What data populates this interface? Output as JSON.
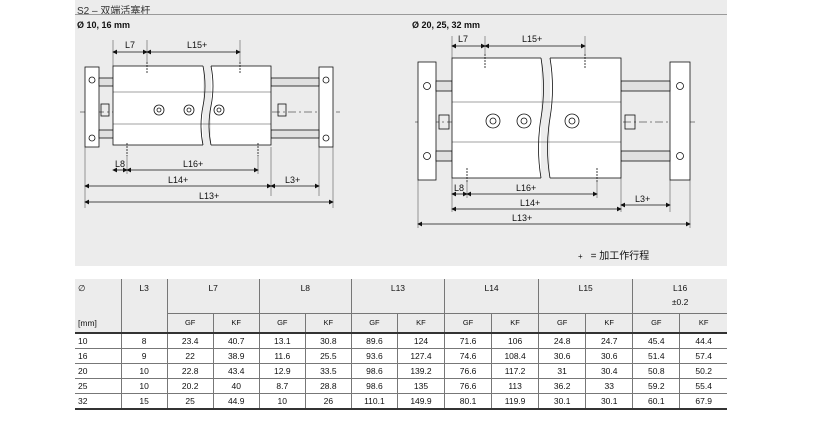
{
  "header": {
    "title": "S2 – 双端活塞杆",
    "left_size_label": "Ø 10, 16 mm",
    "right_size_label": "Ø 20, 25, 32 mm"
  },
  "drawing_labels": {
    "left": {
      "l7": "L7",
      "l15": "L15+",
      "l8": "L8",
      "l16": "L16+",
      "l14": "L14+",
      "l3": "L3+",
      "l13": "L13+"
    },
    "right": {
      "l7": "L7",
      "l15": "L15+",
      "l8": "L8",
      "l16": "L16+",
      "l14": "L14+",
      "l3": "L3+",
      "l13": "L13+"
    }
  },
  "legend": {
    "symbol": "+",
    "text": "= 加工作行程"
  },
  "table": {
    "dia_symbol": "∅",
    "unit": "[mm]",
    "groups": [
      "L3",
      "L7",
      "L8",
      "L13",
      "L14",
      "L15",
      "L16"
    ],
    "l16_tolerance": "±0.2",
    "sub_a": "GF",
    "sub_b": "KF",
    "rows": [
      [
        "10",
        "8",
        "23.4",
        "40.7",
        "13.1",
        "30.8",
        "89.6",
        "124",
        "71.6",
        "106",
        "24.8",
        "24.7",
        "45.4",
        "44.4"
      ],
      [
        "16",
        "9",
        "22",
        "38.9",
        "11.6",
        "25.5",
        "93.6",
        "127.4",
        "74.6",
        "108.4",
        "30.6",
        "30.6",
        "51.4",
        "57.4"
      ],
      [
        "20",
        "10",
        "22.8",
        "43.4",
        "12.9",
        "33.5",
        "98.6",
        "139.2",
        "76.6",
        "117.2",
        "31",
        "30.4",
        "50.8",
        "50.2"
      ],
      [
        "25",
        "10",
        "20.2",
        "40",
        "8.7",
        "28.8",
        "98.6",
        "135",
        "76.6",
        "113",
        "36.2",
        "33",
        "59.2",
        "55.4"
      ],
      [
        "32",
        "15",
        "25",
        "44.9",
        "10",
        "26",
        "110.1",
        "149.9",
        "80.1",
        "119.9",
        "30.1",
        "30.1",
        "60.1",
        "67.9"
      ]
    ]
  }
}
